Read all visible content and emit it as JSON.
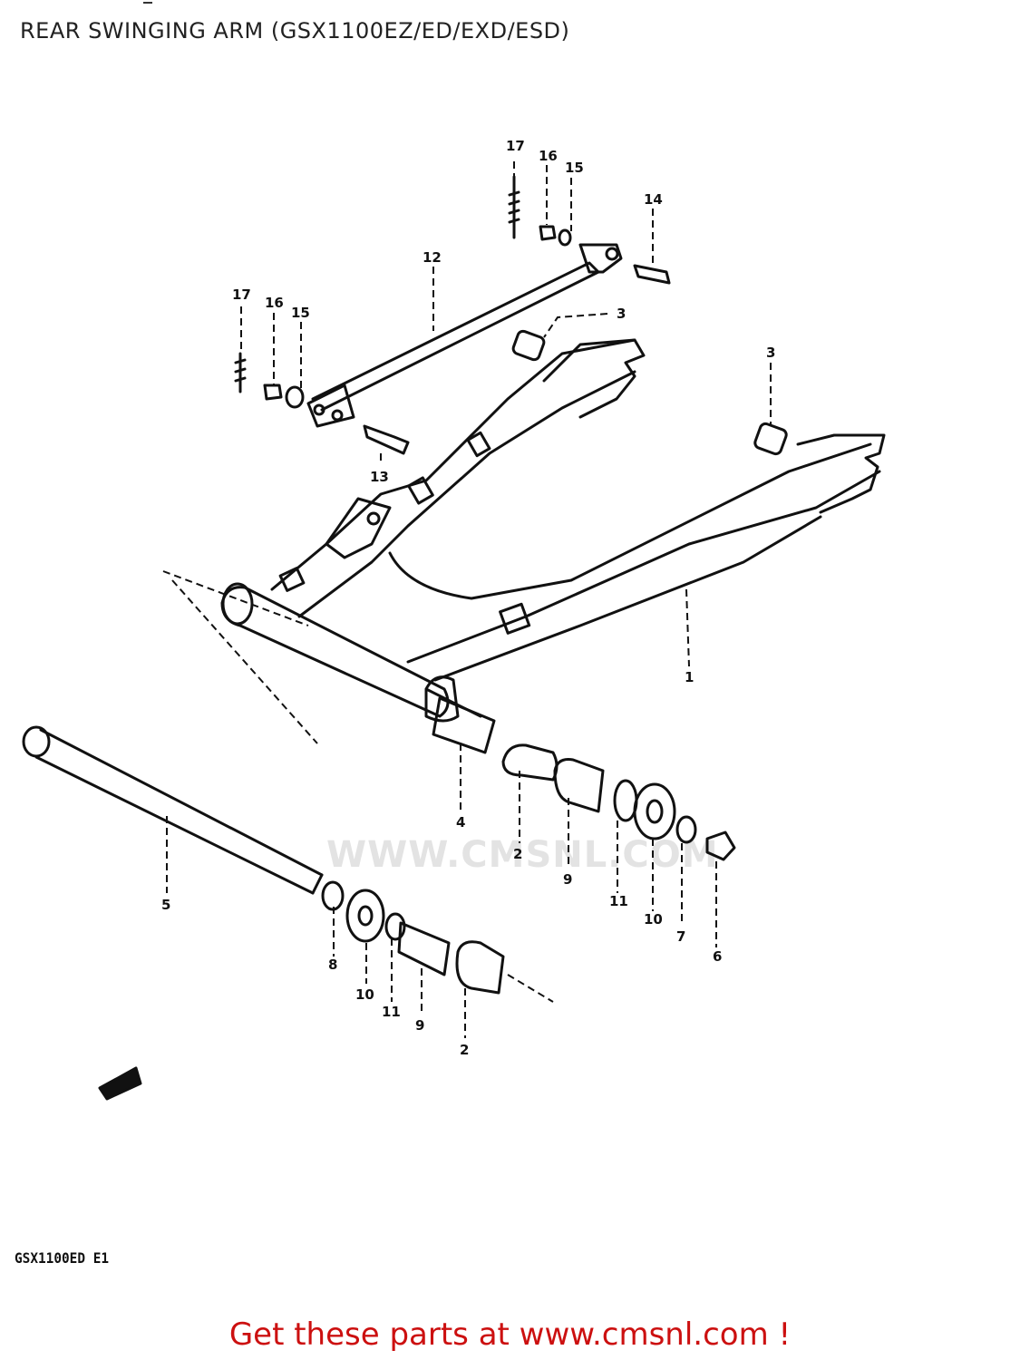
{
  "header": {
    "title": "REAR SWINGING ARM (GSX1100EZ/ED/EXD/ESD)"
  },
  "diagram": {
    "callouts": [
      {
        "id": "c17a",
        "label": "17"
      },
      {
        "id": "c16a",
        "label": "16"
      },
      {
        "id": "c15a",
        "label": "15"
      },
      {
        "id": "c14",
        "label": "14"
      },
      {
        "id": "c12",
        "label": "12"
      },
      {
        "id": "c17b",
        "label": "17"
      },
      {
        "id": "c16b",
        "label": "16"
      },
      {
        "id": "c15b",
        "label": "15"
      },
      {
        "id": "c3a",
        "label": "3"
      },
      {
        "id": "c3b",
        "label": "3"
      },
      {
        "id": "c13",
        "label": "13"
      },
      {
        "id": "c1",
        "label": "1"
      },
      {
        "id": "c4",
        "label": "4"
      },
      {
        "id": "c2a",
        "label": "2"
      },
      {
        "id": "c9a",
        "label": "9"
      },
      {
        "id": "c11a",
        "label": "11"
      },
      {
        "id": "c10a",
        "label": "10"
      },
      {
        "id": "c7",
        "label": "7"
      },
      {
        "id": "c6",
        "label": "6"
      },
      {
        "id": "c5",
        "label": "5"
      },
      {
        "id": "c8",
        "label": "8"
      },
      {
        "id": "c10b",
        "label": "10"
      },
      {
        "id": "c11b",
        "label": "11"
      },
      {
        "id": "c9b",
        "label": "9"
      },
      {
        "id": "c2b",
        "label": "2"
      }
    ],
    "model_code": "GSX1100ED E1",
    "watermark": "WWW.CMSNL.COM"
  },
  "footer": {
    "text": "Get these parts at www.cmsnl.com !",
    "color": "#cc1010"
  }
}
